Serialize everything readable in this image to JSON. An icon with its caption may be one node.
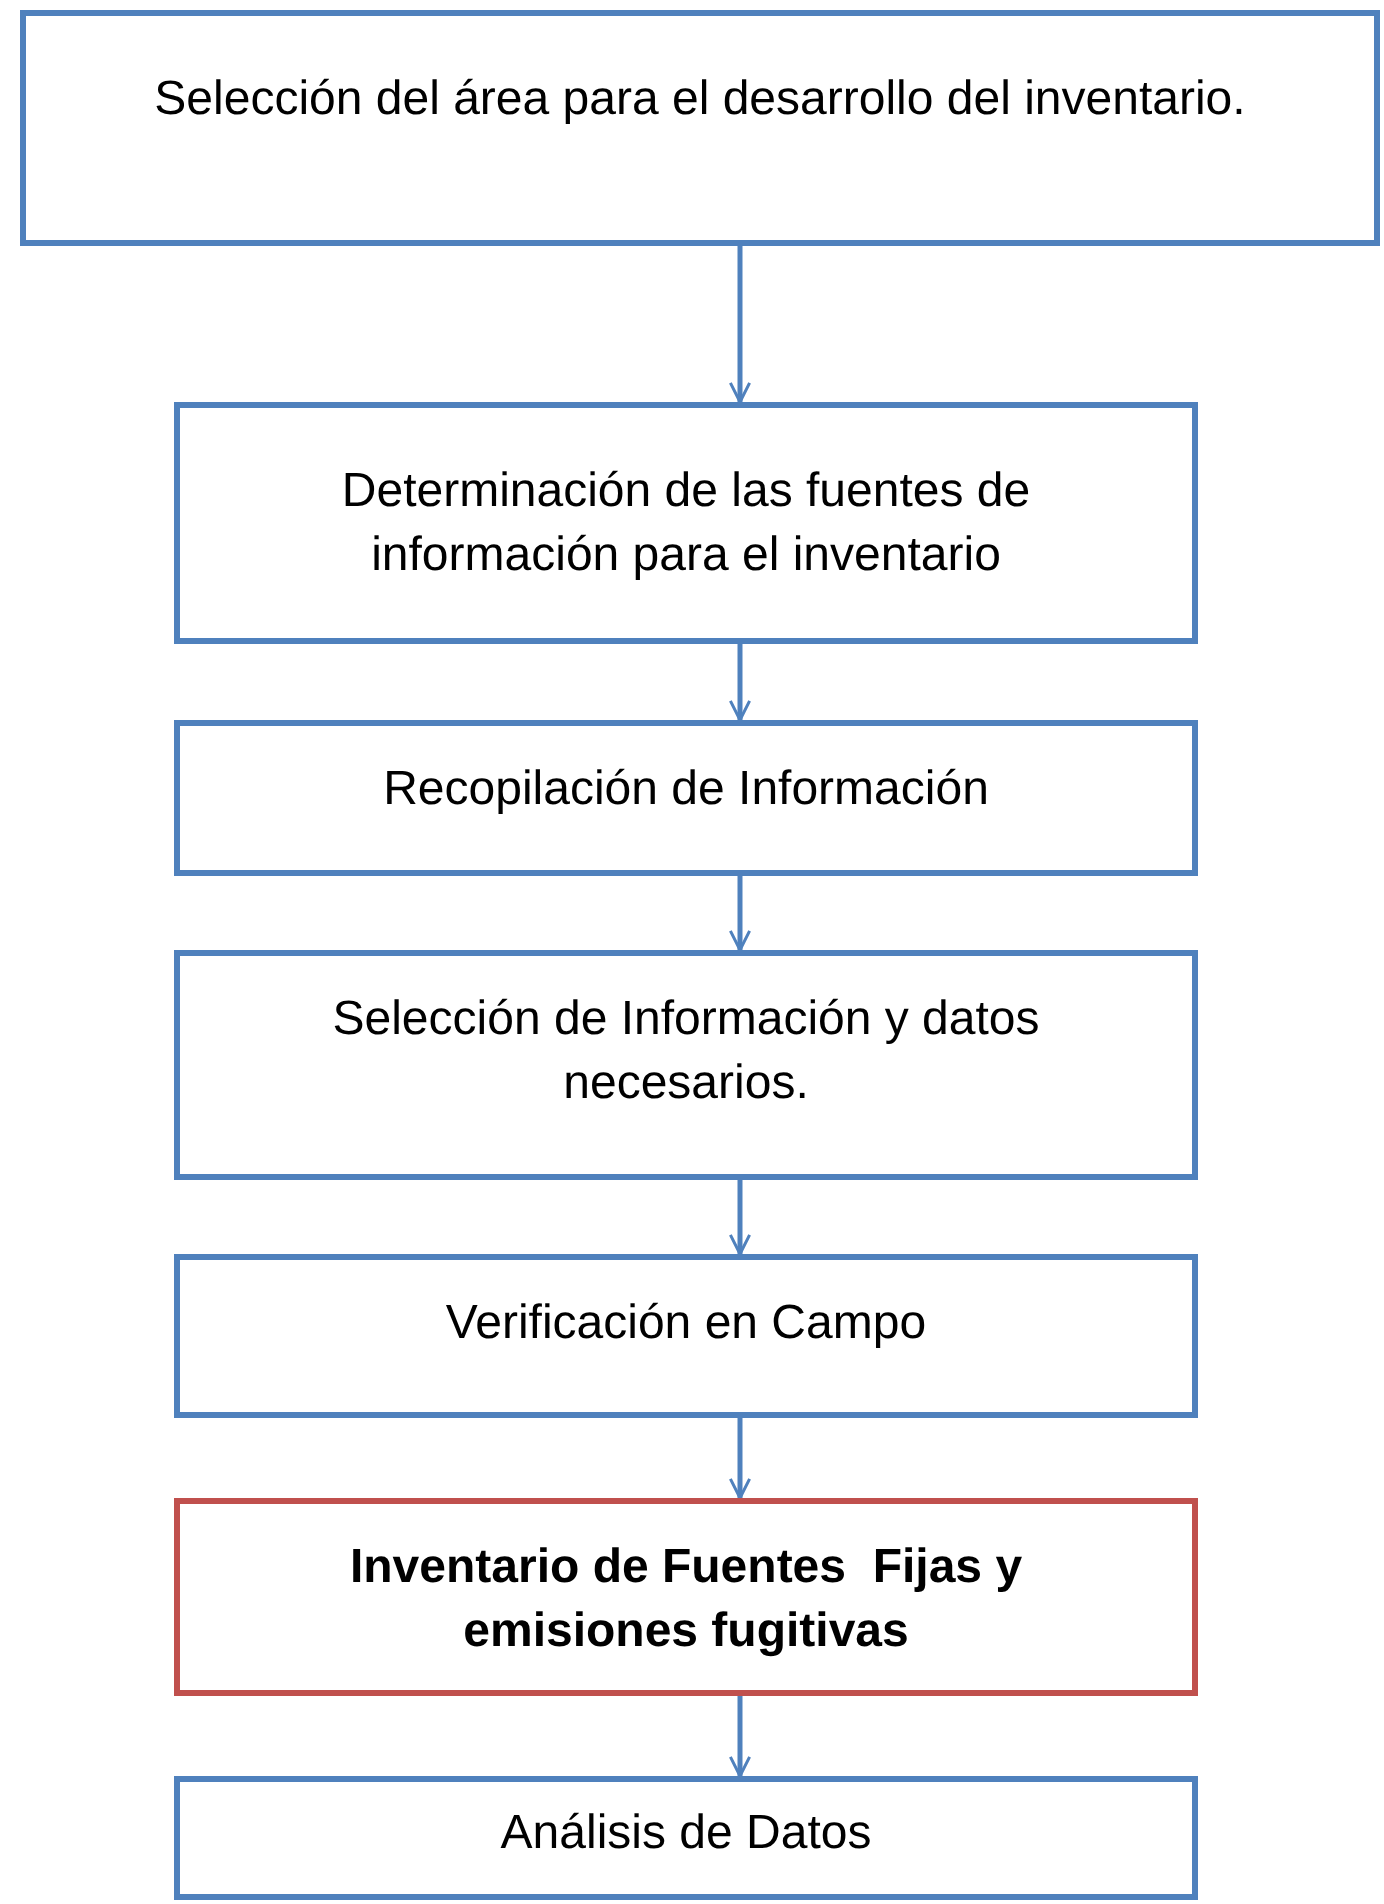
{
  "diagram": {
    "nodes": [
      {
        "text": [
          "Selección del área para el desarrollo del inventario."
        ]
      },
      {
        "text": [
          "Determinación de las fuentes de información para el inventario"
        ]
      },
      {
        "text": [
          "Recopilación de Información"
        ]
      },
      {
        "text": [
          "Selección de Información y datos necesarios."
        ]
      },
      {
        "text": [
          "Verificación en Campo"
        ]
      },
      {
        "text": [
          "Inventario de Fuentes  Fijas y emisiones fugitivas"
        ]
      },
      {
        "text": [
          "Análisis de Datos"
        ]
      }
    ],
    "edges": [
      {
        "from": 0,
        "to": 1,
        "arrow": "to"
      },
      {
        "from": 1,
        "to": 2,
        "arrow": "to"
      },
      {
        "from": 2,
        "to": 3,
        "arrow": "to"
      },
      {
        "from": 3,
        "to": 4,
        "arrow": "to"
      },
      {
        "from": 4,
        "to": 5,
        "arrow": "to"
      },
      {
        "from": 5,
        "to": 6,
        "arrow": "to"
      }
    ]
  }
}
